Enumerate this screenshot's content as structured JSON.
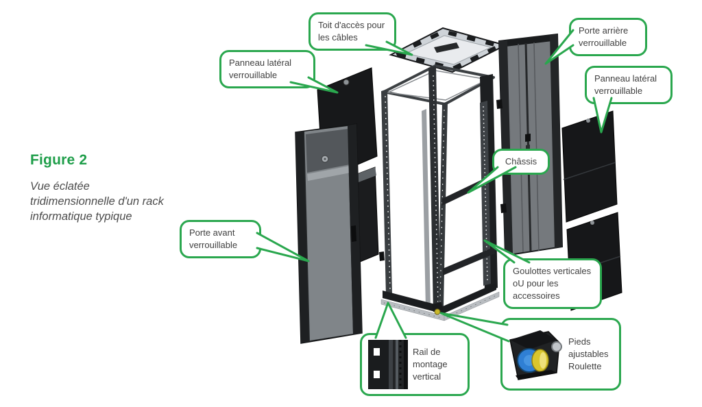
{
  "figure": {
    "title": "Figure 2",
    "caption": "Vue éclatée tridimensionnelle d'un rack informatique typique"
  },
  "callouts": {
    "roof": {
      "label": "Toit d'accès pour les câbles"
    },
    "rear_door": {
      "label": "Porte arrière verrouillable"
    },
    "side_panel_right": {
      "label": "Panneau latéral verrouillable"
    },
    "side_panel_left": {
      "label": "Panneau latéral verrouillable"
    },
    "chassis": {
      "label": "Châssis"
    },
    "front_door": {
      "label": "Porte avant verrouillable"
    },
    "raceways": {
      "label": "Goulottes verticales oU pour les accessoires"
    },
    "mounting_rail": {
      "label": "Rail de montage vertical"
    },
    "feet_caster": {
      "label": "Pieds ajustables Roulette"
    }
  },
  "colors": {
    "green": "#2aa74e",
    "heading": "#1f9e4a",
    "text": "#3f3f3f",
    "caption": "#4c4c4c"
  }
}
